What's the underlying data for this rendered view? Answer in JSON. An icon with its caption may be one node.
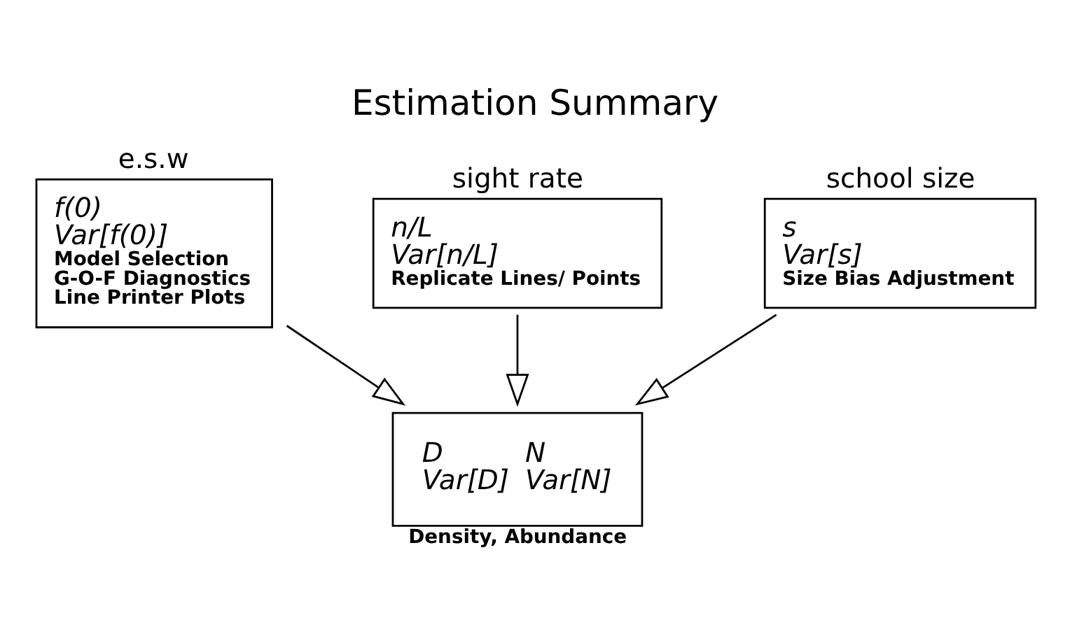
{
  "diagram": {
    "title": "Estimation Summary",
    "nodes": [
      {
        "text": [
          "e.s.w",
          "f(0)",
          "Var[f(0)]",
          "Model Selection",
          "G-O-F Diagnostics",
          "Line Printer Plots"
        ]
      },
      {
        "text": [
          "sight rate",
          "n/L",
          "Var[n/L]",
          "Replicate Lines/ Points"
        ]
      },
      {
        "text": [
          "school size",
          "s",
          "Var[s]",
          "Size Bias Adjustment"
        ]
      },
      {
        "text": [
          "D",
          "Var[D]",
          "N",
          "Var[N]",
          "Density, Abundance"
        ]
      }
    ],
    "edges": [
      {
        "from": 0,
        "to": 3,
        "arrow": "to"
      },
      {
        "from": 1,
        "to": 3,
        "arrow": "to"
      },
      {
        "from": 2,
        "to": 3,
        "arrow": "to"
      }
    ]
  }
}
